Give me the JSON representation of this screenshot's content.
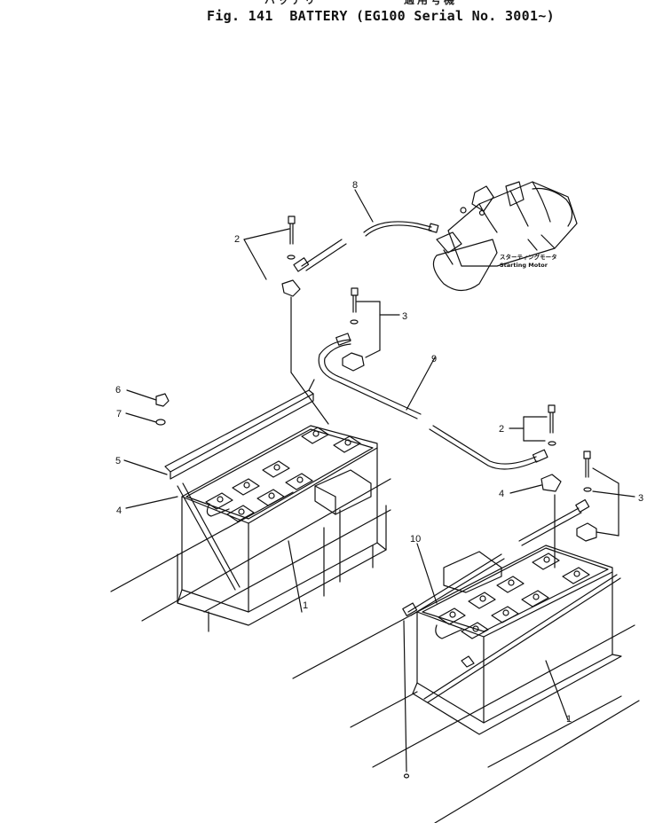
{
  "header": {
    "jp_left": "バッテリ",
    "jp_right": "適用号機",
    "fig_label": "Fig. 141",
    "title": "BATTERY",
    "serial_open": "(",
    "serial_text": "EG100 Serial No. 3001~",
    "serial_close": ")"
  },
  "motor": {
    "label_jp": "スターティングモータ",
    "label_en": "Starting Motor"
  },
  "callouts": [
    {
      "id": "1",
      "text": "1"
    },
    {
      "id": "1b",
      "text": "1"
    },
    {
      "id": "2",
      "text": "2"
    },
    {
      "id": "2b",
      "text": "2"
    },
    {
      "id": "3",
      "text": "3"
    },
    {
      "id": "3b",
      "text": "3"
    },
    {
      "id": "4",
      "text": "4"
    },
    {
      "id": "4b",
      "text": "4"
    },
    {
      "id": "5",
      "text": "5"
    },
    {
      "id": "6",
      "text": "6"
    },
    {
      "id": "7",
      "text": "7"
    },
    {
      "id": "8",
      "text": "8"
    },
    {
      "id": "9",
      "text": "9"
    },
    {
      "id": "10",
      "text": "10"
    }
  ]
}
